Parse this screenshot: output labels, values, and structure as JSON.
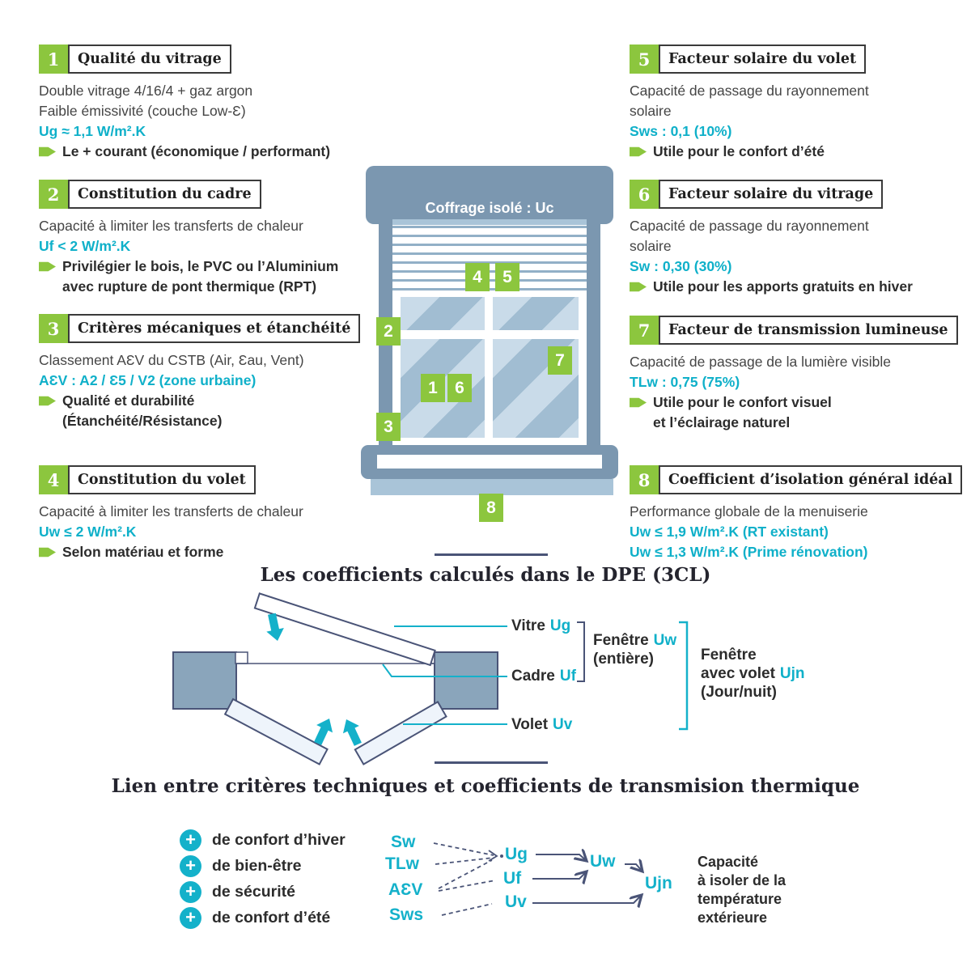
{
  "colors": {
    "green": "#8cc63e",
    "cyan": "#0fb0c9",
    "arrow_cyan": "#14b1ca",
    "navy": "#4a5477",
    "slate": "#7b97b0",
    "glass_light": "#c9dbe9",
    "glass_dark": "#a1bdd2",
    "text_dark": "#2c2c2c"
  },
  "icons": {
    "plus": "+"
  },
  "sections": {
    "s1": {
      "num": "1",
      "title": "Qualité du vitrage",
      "body": [
        "Double vitrage 4/16/4 + gaz argon",
        "Faible émissivité (couche Low-Ɛ)"
      ],
      "value": [
        "Ug ≈ 1,1 W/m².K"
      ],
      "bullet": [
        "Le + courant (économique / performant)"
      ]
    },
    "s2": {
      "num": "2",
      "title": "Constitution du cadre",
      "body": [
        "Capacité à limiter les transferts de chaleur"
      ],
      "value": [
        "Uf < 2 W/m².K"
      ],
      "bullet": [
        "Privilégier le bois, le PVC ou l’Aluminium",
        "avec rupture de pont thermique (RPT)"
      ]
    },
    "s3": {
      "num": "3",
      "title": "Critères mécaniques et étanchéité",
      "body": [
        "Classement AƐV du CSTB (Air, Ɛau, Vent)"
      ],
      "value": [
        "AƐV : A2 / Ɛ5 / V2 (zone urbaine)"
      ],
      "bullet": [
        "Qualité et durabilité",
        "(Étanchéité/Résistance)"
      ]
    },
    "s4": {
      "num": "4",
      "title": "Constitution du volet",
      "body": [
        "Capacité à limiter les transferts de chaleur"
      ],
      "value": [
        "Uw ≤ 2 W/m².K"
      ],
      "bullet": [
        "Selon matériau et forme"
      ]
    },
    "s5": {
      "num": "5",
      "title": "Facteur solaire du volet",
      "body": [
        "Capacité de passage du rayonnement",
        "solaire"
      ],
      "value": [
        "Sws : 0,1 (10%)"
      ],
      "bullet": [
        "Utile pour le confort d’été"
      ]
    },
    "s6": {
      "num": "6",
      "title": "Facteur solaire du vitrage",
      "body": [
        "Capacité de passage du rayonnement",
        "solaire"
      ],
      "value": [
        "Sw : 0,30 (30%)"
      ],
      "bullet": [
        "Utile pour les apports gratuits en hiver"
      ]
    },
    "s7": {
      "num": "7",
      "title": "Facteur de transmission lumineuse",
      "body": [
        "Capacité de passage de la lumière visible"
      ],
      "value": [
        "TLw : 0,75 (75%)"
      ],
      "bullet": [
        "Utile pour le confort visuel",
        "et l’éclairage naturel"
      ]
    },
    "s8": {
      "num": "8",
      "title": "Coefficient d’isolation général idéal",
      "body": [
        "Performance globale de la menuiserie"
      ],
      "value": [
        "Uw ≤ 1,9 W/m².K (RT existant)",
        "Uw ≤ 1,3 W/m².K (Prime rénovation)"
      ],
      "bullet": []
    }
  },
  "window": {
    "coffrage": "Coffrage isolé : Uc",
    "badges": [
      "1",
      "2",
      "3",
      "4",
      "5",
      "6",
      "7",
      "8"
    ]
  },
  "titles": {
    "mid": "Les coefficients calculés dans le DPE (3CL)",
    "bottom": "Lien entre critères techniques et coefficients de transmision thermique"
  },
  "cross": {
    "vitre": {
      "name": "Vitre",
      "coef": "Ug"
    },
    "cadre": {
      "name": "Cadre",
      "coef": "Uf"
    },
    "volet": {
      "name": "Volet",
      "coef": "Uv"
    },
    "fenetre": {
      "name": "Fenêtre",
      "coef": "Uw",
      "sub": "(entière)"
    },
    "fenetre_volet": {
      "line1": "Fenêtre",
      "line2": "avec volet",
      "coef": "Ujn",
      "sub": "(Jour/nuit)"
    }
  },
  "benefits": {
    "items": [
      "de confort d’hiver",
      "de bien-être",
      "de sécurité",
      "de confort d’été"
    ]
  },
  "flow": {
    "inputs": {
      "sw": "Sw",
      "tlw": "TLw",
      "aev": "AƐV",
      "sws": "Sws"
    },
    "ug": "Ug",
    "uf": "Uf",
    "uv": "Uv",
    "uw": "Uw",
    "ujn": "Ujn",
    "caption": [
      "Capacité",
      "à isoler de la",
      "température",
      "extérieure"
    ]
  }
}
